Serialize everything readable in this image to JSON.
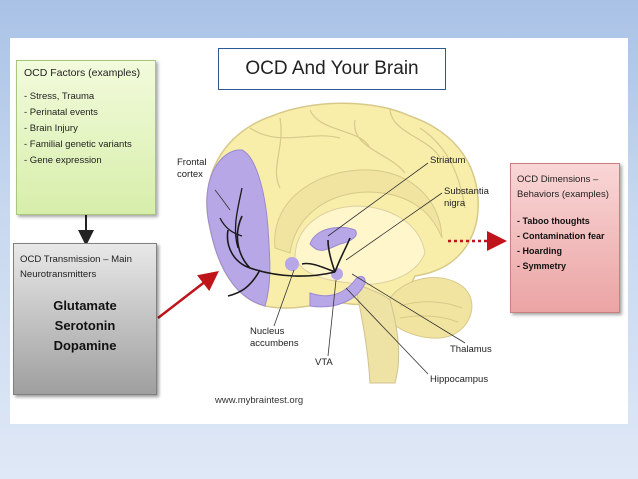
{
  "title": "OCD And Your Brain",
  "factors": {
    "header": "OCD Factors (examples)",
    "items": [
      "- Stress, Trauma",
      "- Perinatal events",
      "- Brain Injury",
      "- Familial genetic variants",
      "- Gene expression"
    ]
  },
  "transmission": {
    "header_line1": "OCD Transmission – Main",
    "header_line2": "Neurotransmitters",
    "neurotransmitters": [
      "Glutamate",
      "Serotonin",
      "Dopamine"
    ]
  },
  "dimensions": {
    "header_line1": "OCD Dimensions –",
    "header_line2": "Behaviors (examples)",
    "items": [
      "- Taboo thoughts",
      "- Contamination fear",
      "- Hoarding",
      "- Symmetry"
    ]
  },
  "brain_labels": {
    "frontal_line1": "Frontal",
    "frontal_line2": "cortex",
    "striatum": "Striatum",
    "substantia_line1": "Substantia",
    "substantia_line2": "nigra",
    "nucleus_line1": "Nucleus",
    "nucleus_line2": "accumbens",
    "vta": "VTA",
    "thalamus": "Thalamus",
    "hippocampus": "Hippocampus"
  },
  "credit": "www.mybraintest.org",
  "colors": {
    "factors_bg": "#d7eeaa",
    "transmission_bg": "#a8a8a8",
    "dimensions_bg": "#eba4a4",
    "title_border": "#2d5a96",
    "brain": "#f8eeaa",
    "pathway": "#b7a7e6",
    "arrow_red": "#c0141b"
  }
}
